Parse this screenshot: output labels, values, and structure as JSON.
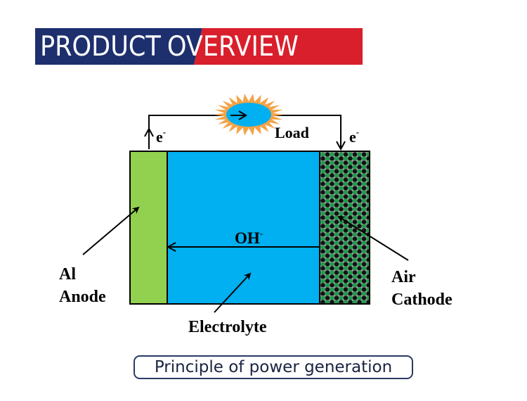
{
  "banner": {
    "word1": "PRODUCT",
    "word2": "OVERVIEW",
    "colors": {
      "left": "#1e2f6e",
      "right": "#d91f2c",
      "text": "#ffffff"
    }
  },
  "diagram": {
    "load_label": "Load",
    "electron_left": "e",
    "electron_left_sup": "-",
    "electron_right": "e",
    "electron_right_sup": "-",
    "hydroxide": "OH",
    "hydroxide_sup": "-",
    "anode_line1": "Al",
    "anode_line2": "Anode",
    "cathode_line1": "Air",
    "cathode_line2": "Cathode",
    "electrolyte": "Electrolyte",
    "colors": {
      "anode": "#92d050",
      "electrolyte": "#00b0f0",
      "cathode_bg": "#9a9a9a",
      "cathode_green": "#1f9d4e",
      "cathode_black": "#111111",
      "load_sun": "#f4a347",
      "load_core": "#00b0f0"
    }
  },
  "caption": "Principle of power generation"
}
